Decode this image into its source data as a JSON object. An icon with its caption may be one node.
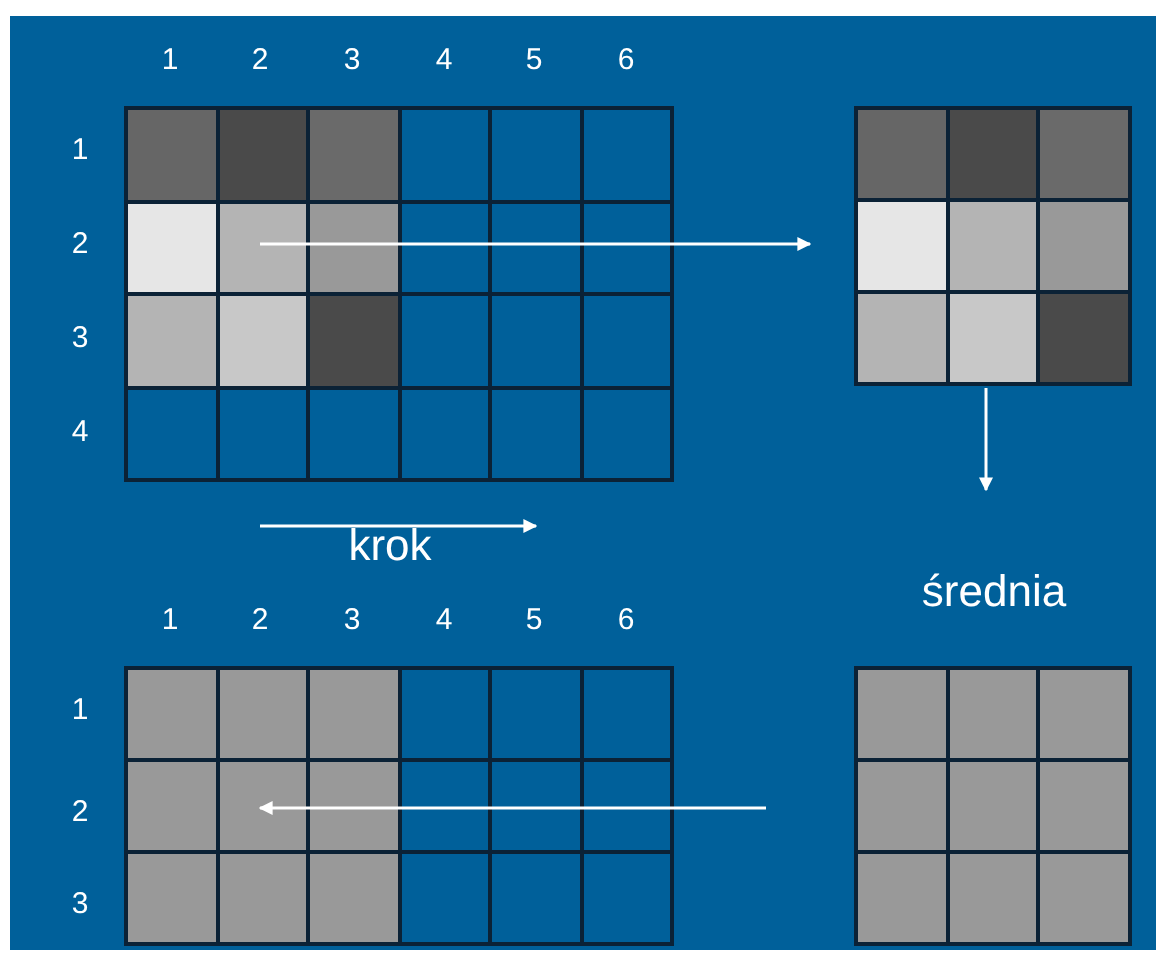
{
  "diagram": {
    "nodes": [
      {
        "text": [],
        "shape": "grid"
      },
      {
        "text": [],
        "shape": "grid"
      },
      {
        "text": [],
        "shape": "grid"
      },
      {
        "text": [],
        "shape": "grid"
      }
    ],
    "edges": [
      {
        "from": 0,
        "to": 1,
        "arrow": "to"
      },
      {
        "from": 1,
        "to": null,
        "arrow": "to",
        "label": "średnia"
      },
      {
        "from": 3,
        "to": 2,
        "arrow": "to"
      }
    ],
    "labels": [
      "1",
      "2",
      "3",
      "4",
      "5",
      "6",
      "1",
      "2",
      "3",
      "4",
      "krok",
      "1",
      "2",
      "3",
      "4",
      "5",
      "6",
      "1",
      "2",
      "3"
    ]
  }
}
